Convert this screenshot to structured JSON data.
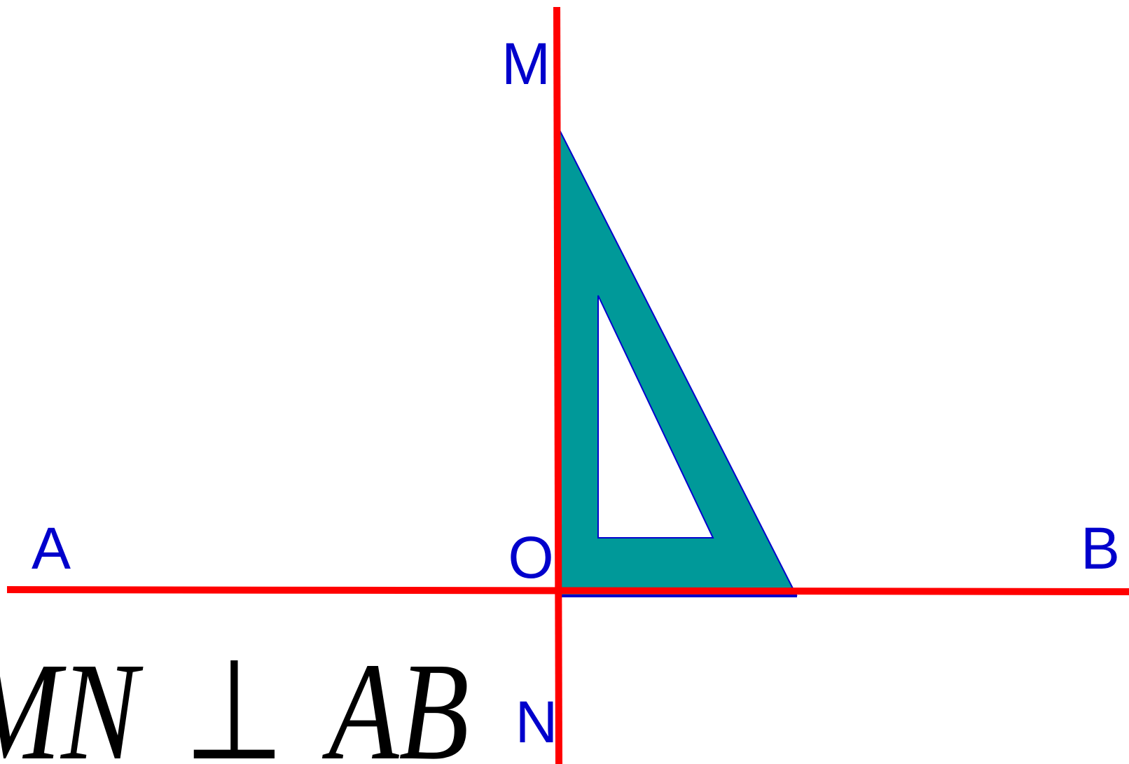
{
  "colors": {
    "line": "#ff0000",
    "label": "#0000cc",
    "triangle_fill": "#009999",
    "triangle_edge": "#0000cc",
    "formula": "#000000",
    "background": "#ffffff"
  },
  "labels": {
    "m": "M",
    "n": "N",
    "a": "A",
    "b": "B",
    "o": "O"
  },
  "formula": {
    "left": "MN",
    "symbol": "⊥",
    "right": "AB"
  }
}
